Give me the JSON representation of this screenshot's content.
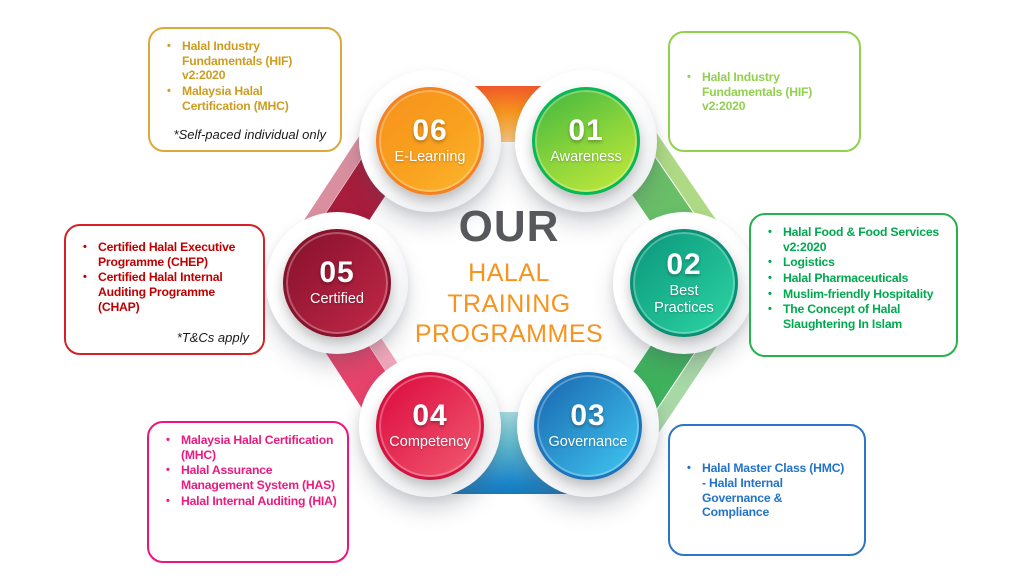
{
  "title": {
    "our": "OUR",
    "line1": "HALAL",
    "line2": "TRAINING",
    "line3": "PROGRAMMES",
    "our_color": "#57585B",
    "subtitle_color": "#F7931E"
  },
  "nodes": {
    "n01": {
      "number": "01",
      "label": "Awareness",
      "color": "#09B853"
    },
    "n02": {
      "number": "02",
      "label": "Best Practices",
      "color": "#0E9C80"
    },
    "n03": {
      "number": "03",
      "label": "Governance",
      "color": "#1C75BC"
    },
    "n04": {
      "number": "04",
      "label": "Competency",
      "color": "#DE1545"
    },
    "n05": {
      "number": "05",
      "label": "Certified",
      "color": "#8E1430"
    },
    "n06": {
      "number": "06",
      "label": "E-Learning",
      "color": "#F7941D"
    }
  },
  "callouts": {
    "elearning": {
      "color": "#CE9D1F",
      "items": [
        "Halal Industry Fundamentals (HIF) v2:2020",
        "Malaysia Halal Certification (MHC)"
      ],
      "footnote": "*Self-paced individual only"
    },
    "awareness": {
      "color": "#92D050",
      "items": [
        "Halal Industry Fundamentals (HIF) v2:2020"
      ]
    },
    "best_practices": {
      "color": "#00A84E",
      "items": [
        "Halal Food & Food Services v2:2020",
        "Logistics",
        "Halal Pharmaceuticals",
        "Muslim-friendly Hospitality",
        "The Concept of Halal Slaughtering In Islam"
      ]
    },
    "governance": {
      "color": "#2273C9",
      "items": [
        "Halal Master Class (HMC) - Halal Internal Governance & Compliance"
      ]
    },
    "competency": {
      "color": "#EC1A80",
      "items": [
        "Malaysia Halal Certification (MHC)",
        "Halal Assurance Management System (HAS)",
        "Halal Internal Auditing (HIA)"
      ]
    },
    "certified": {
      "color": "#C00000",
      "items": [
        "Certified Halal Executive Programme (CHEP)",
        "Certified Halal Internal Auditing Programme (CHAP)"
      ],
      "footnote": "*T&Cs apply"
    }
  }
}
